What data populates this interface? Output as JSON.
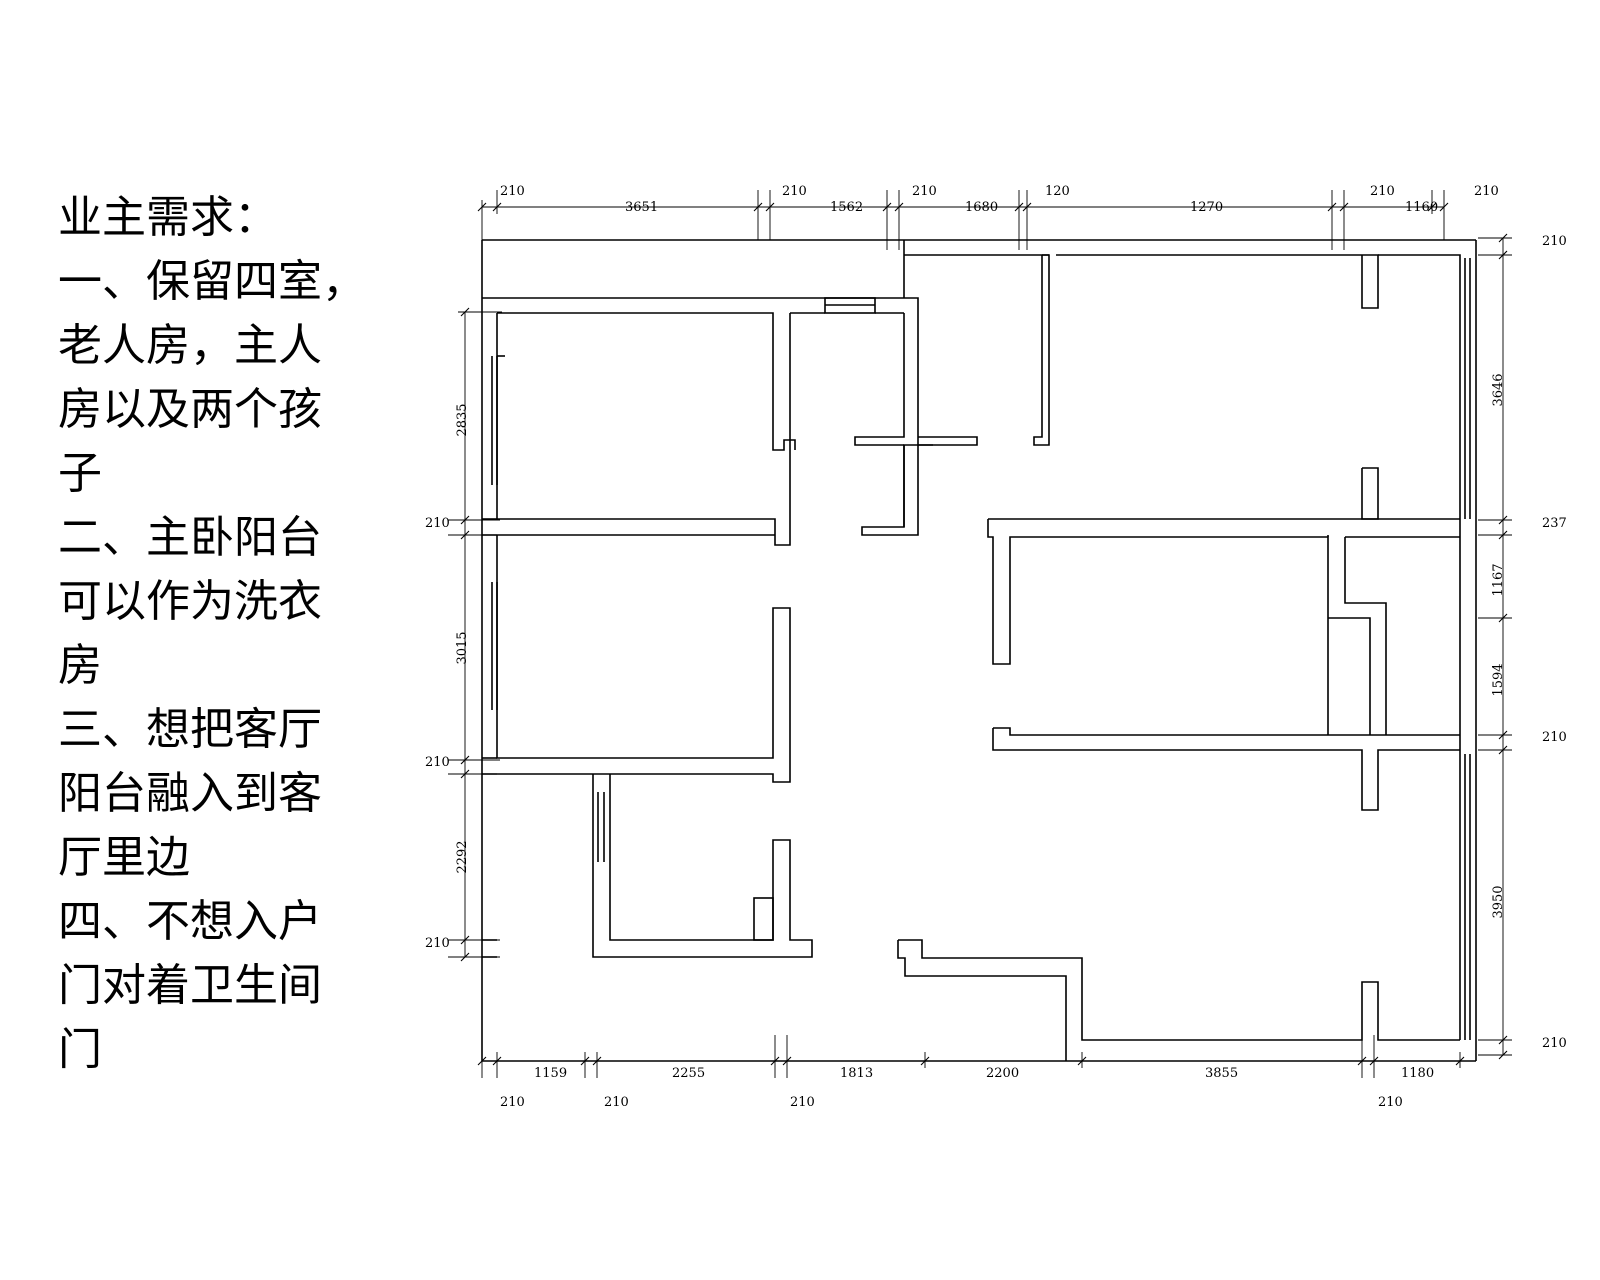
{
  "requirements": {
    "lines": [
      "业主需求：",
      "一、保留四室，",
      "老人房，主人",
      "房以及两个孩",
      "子",
      "二、主卧阳台",
      "可以作为洗衣",
      "房",
      "三、想把客厅",
      "阳台融入到客",
      "厅里边",
      "四、不想入户",
      "门对着卫生间",
      "门"
    ]
  },
  "dimensions": {
    "top_upper": [
      "210",
      "210",
      "210",
      "120",
      "210",
      "210"
    ],
    "top_lower": [
      "3651",
      "1562",
      "1680",
      "1270",
      "1160"
    ],
    "bottom_upper": [
      "1159",
      "2255",
      "1813",
      "2200",
      "3855",
      "1180"
    ],
    "bottom_lower": [
      "210",
      "210",
      "210",
      "210"
    ],
    "left": [
      "2835",
      "210",
      "3015",
      "210",
      "2292",
      "210"
    ],
    "right": [
      "210",
      "3646",
      "237",
      "1167",
      "1594",
      "210",
      "3950",
      "210"
    ]
  }
}
